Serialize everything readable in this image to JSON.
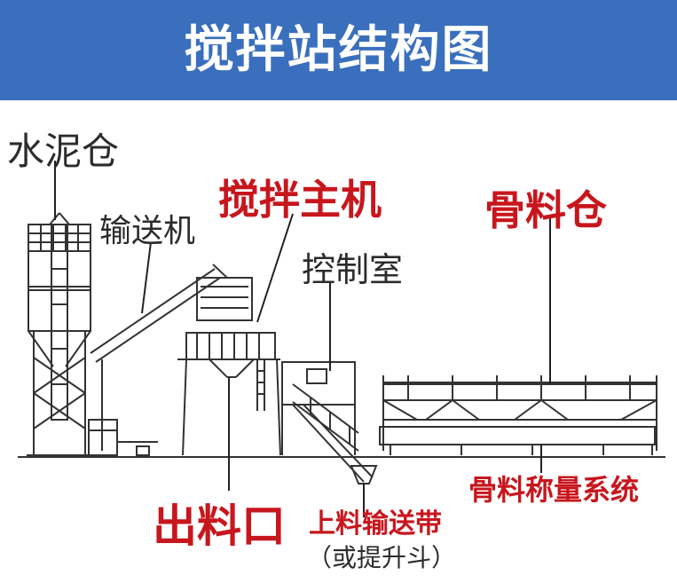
{
  "header": {
    "title": "搅拌站结构图"
  },
  "colors": {
    "banner": "#3a6fbd",
    "accent_red": "#c8161d",
    "label_dark": "#2c2c2c",
    "line": "#333333"
  },
  "labels": {
    "cement_silo": "水泥仓",
    "conveyor": "输送机",
    "main_mixer": "搅拌主机",
    "control_room": "控制室",
    "aggregate_bin": "骨料仓",
    "discharge_port": "出料口",
    "feeding_belt": "上料输送带",
    "feeding_belt_alt": "（或提升斗）",
    "weighing_system": "骨料称量系统"
  }
}
